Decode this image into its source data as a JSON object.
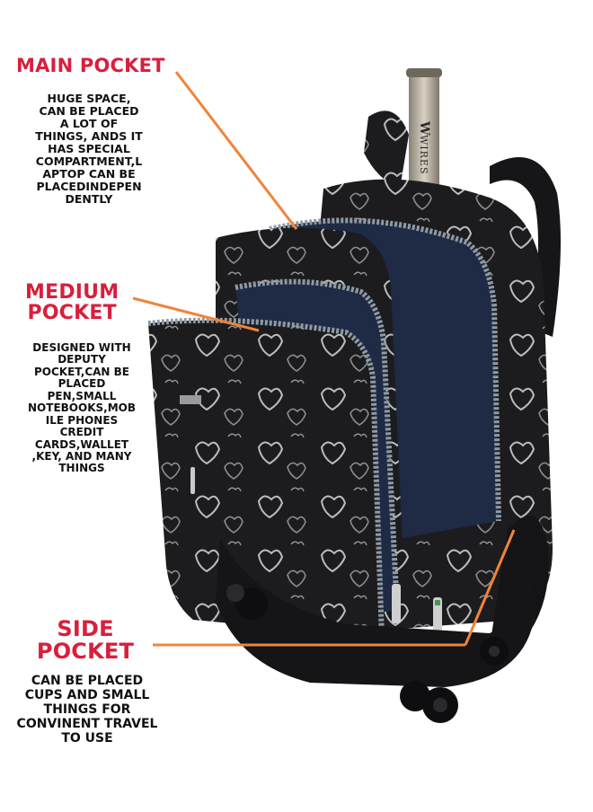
{
  "callouts": {
    "main": {
      "title": "MAIN POCKET",
      "description": "HUGE SPACE,\nCAN BE PLACED\nA LOT OF\nTHINGS, ANDS IT\nHAS SPECIAL\nCOMPARTMENT,L\nAPTOP CAN BE\nPLACEDINDEPEN\nDENTLY"
    },
    "medium": {
      "title_line1": "MEDIUM",
      "title_line2": "POCKET",
      "description": "DESIGNED WITH\nDEPUTY\nPOCKET,CAN BE\nPLACED\nPEN,SMALL\nNOTEBOOKS,MOB\nILE PHONES\nCREDIT\nCARDS,WALLET\n,KEY, AND MANY\nTHINGS"
    },
    "side": {
      "title_line1": "SIDE",
      "title_line2": "POCKET",
      "description": "CAN BE PLACED\nCUPS AND SMALL\nTHINGS FOR\nCONVINENT TRAVEL\nTO USE"
    }
  },
  "product": {
    "handle_brand": "WIRES",
    "handle_logo": "W"
  },
  "colors": {
    "title_red": "#d81f3c",
    "leader_orange": "#f0843a",
    "bag_black": "#1b1b1d",
    "zipper_grey": "#8f9aa3",
    "lining_navy": "#1f2a44"
  }
}
